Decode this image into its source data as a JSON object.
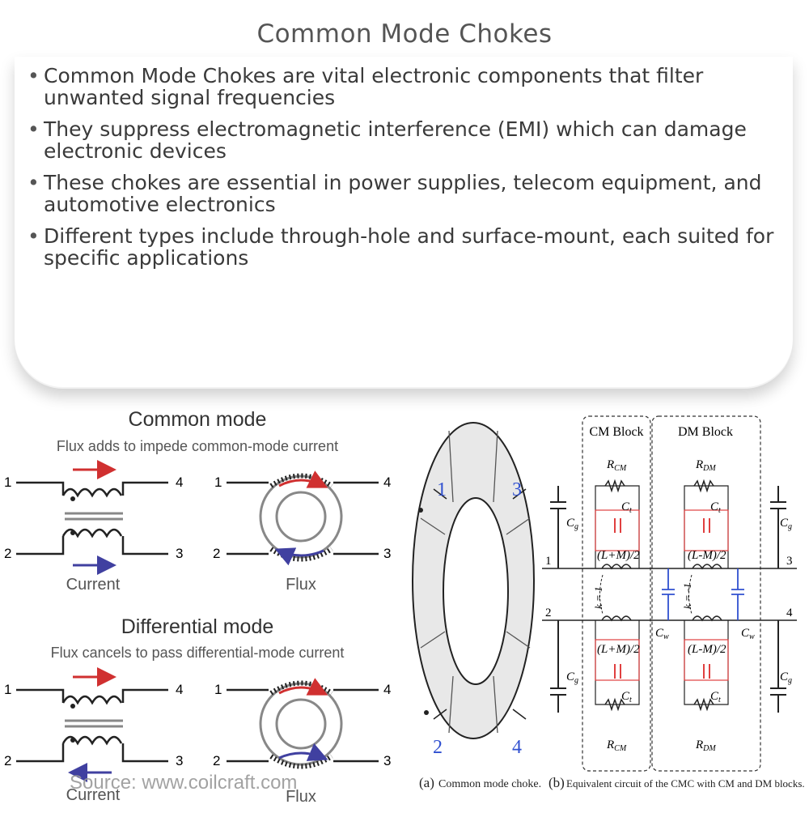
{
  "title": "Common Mode Chokes",
  "bullets": [
    "Common Mode Chokes are vital electronic components that filter unwanted signal frequencies",
    "They suppress electromagnetic interference (EMI) which can damage electronic devices",
    "These chokes are essential in power supplies, telecom equipment, and automotive electronics",
    "Different types include through-hole and surface-mount, each suited for specific applications"
  ],
  "left_figure": {
    "common_title": "Common mode",
    "common_subtitle": "Flux adds to impede common-mode current",
    "diff_title": "Differential mode",
    "diff_subtitle": "Flux cancels to pass differential-mode current",
    "current_label": "Current",
    "flux_label": "Flux",
    "pins": [
      "1",
      "2",
      "3",
      "4"
    ],
    "source": "Source: www.coilcraft.com"
  },
  "right_figure": {
    "cm_block": "CM Block",
    "dm_block": "DM Block",
    "r_cm": "R",
    "r_cm_sub": "CM",
    "r_dm": "R",
    "r_dm_sub": "DM",
    "c_t": "C",
    "c_t_sub": "t",
    "c_g": "C",
    "c_g_sub": "g",
    "c_w": "C",
    "c_w_sub": "w",
    "lm_plus": "(L+M)/2",
    "lm_minus": "(L-M)/2",
    "k_plus": "k = 1",
    "k_minus": "k = -1",
    "terminals": [
      "1",
      "2",
      "3",
      "4"
    ],
    "caption_a_letter": "(a)",
    "caption_a": "Common mode choke.",
    "caption_b_letter": "(b)",
    "caption_b": "Equivalent circuit of the CMC with CM and DM blocks."
  },
  "colors": {
    "red_arrow": "#d03030",
    "blue_arrow": "#4040a0",
    "toroid_gray": "#e6e6e6",
    "circuit_red": "#e04040",
    "circuit_blue": "#3050d0"
  }
}
